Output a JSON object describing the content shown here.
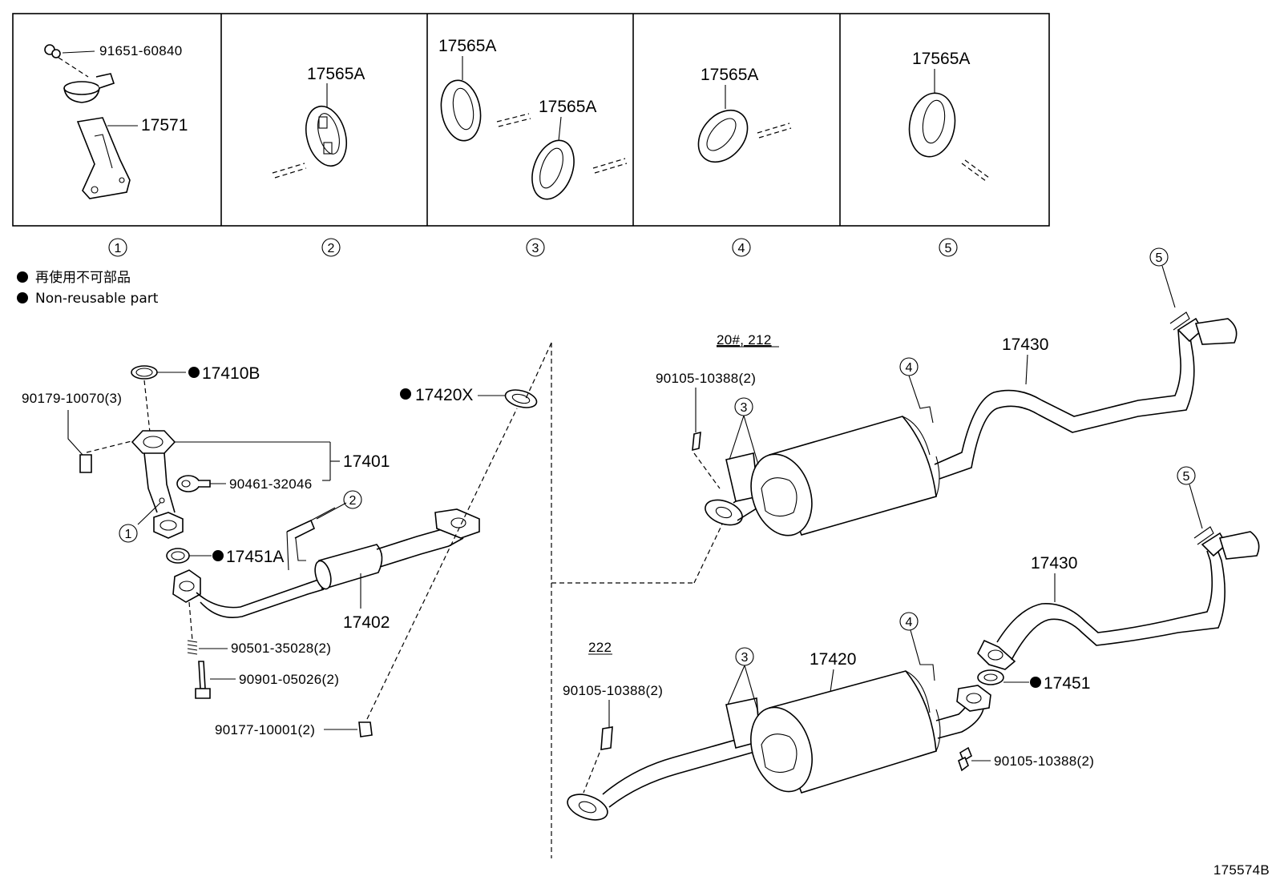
{
  "diagram_id": "175574B",
  "legend": {
    "jp": "再使用不可部品",
    "en": "Non-reusable part"
  },
  "panels": [
    {
      "num": "1",
      "parts": [
        "91651-60840",
        "17571"
      ]
    },
    {
      "num": "2",
      "parts": [
        "17565A"
      ]
    },
    {
      "num": "3",
      "parts": [
        "17565A",
        "17565A"
      ]
    },
    {
      "num": "4",
      "parts": [
        "17565A"
      ]
    },
    {
      "num": "5",
      "parts": [
        "17565A"
      ]
    }
  ],
  "left_labels": {
    "p17410B": "17410B",
    "p90179": "90179-10070(3)",
    "p17401": "17401",
    "p90461": "90461-32046",
    "p17451A": "17451A",
    "p17402": "17402",
    "p90501": "90501-35028(2)",
    "p90901": "90901-05026(2)",
    "p90177": "90177-10001(2)",
    "p17420X": "17420X",
    "c1": "1",
    "c2": "2"
  },
  "upper_right": {
    "variant": "20#, 212",
    "bolt": "90105-10388(2)",
    "pipe": "17430",
    "c3": "3",
    "c4": "4",
    "c5": "5"
  },
  "lower_right": {
    "variant": "222",
    "bolt_left": "90105-10388(2)",
    "bolt_right": "90105-10388(2)",
    "muffler": "17420",
    "pipe": "17430",
    "gasket": "17451",
    "c3": "3",
    "c4": "4",
    "c5": "5"
  }
}
